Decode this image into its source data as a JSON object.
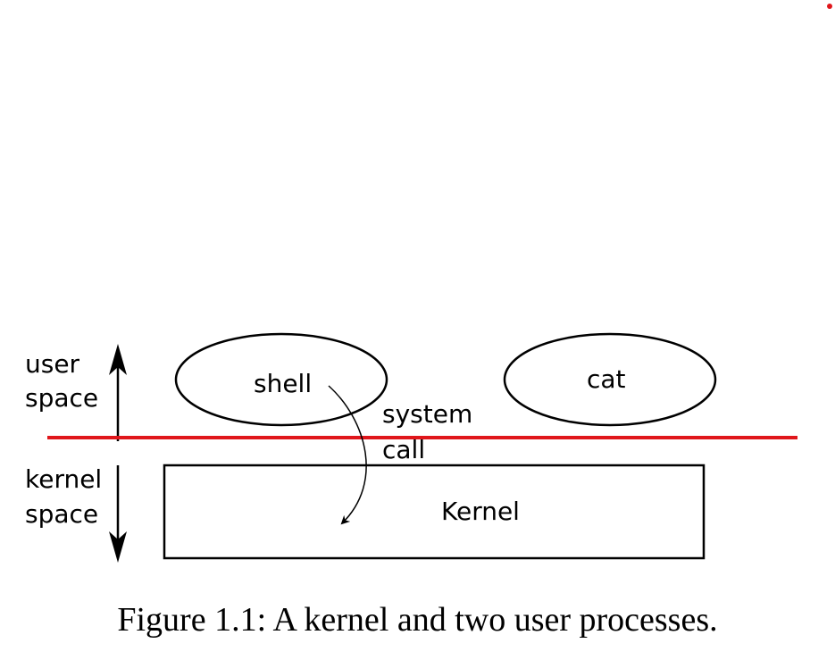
{
  "labels": {
    "user_space_line1": "user",
    "user_space_line2": "space",
    "kernel_space_line1": "kernel",
    "kernel_space_line2": "space",
    "shell": "shell",
    "cat": "cat",
    "system_call_line1": "system",
    "system_call_line2": "call",
    "kernel": "Kernel"
  },
  "caption": "Figure 1.1: A kernel and two user processes.",
  "colors": {
    "boundary_line": "#e0161b",
    "stroke": "#000000",
    "corner_dot": "#e0161b"
  }
}
